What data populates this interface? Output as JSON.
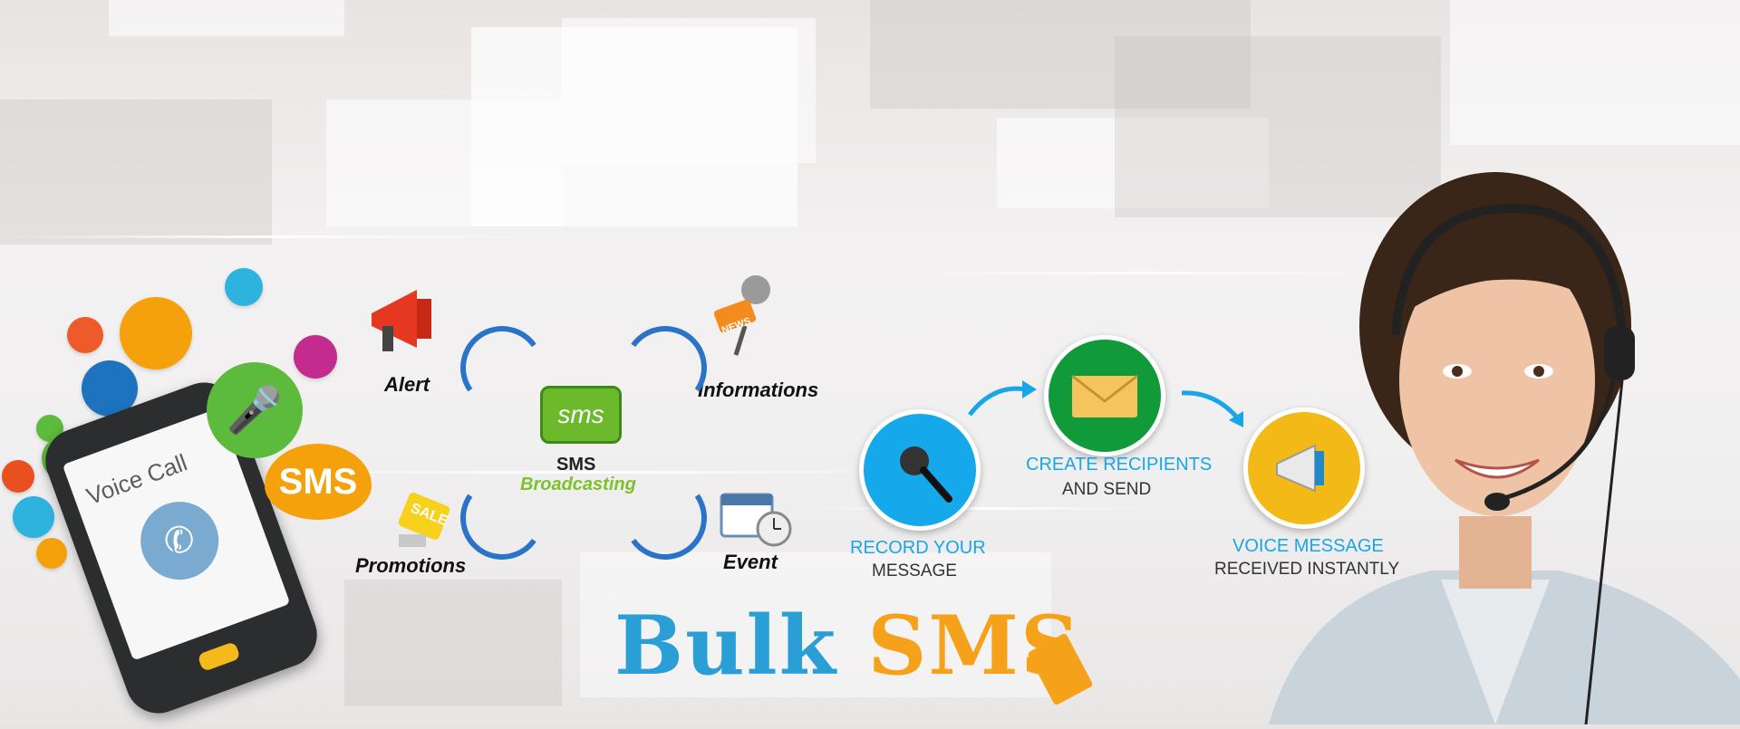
{
  "banner": {
    "phone": {
      "voice_call_label": "Voice Call",
      "sms_label": "SMS"
    },
    "broadcast": {
      "center_label": "SMS",
      "center_icon_text": "sms",
      "center_sub": "Broadcasting",
      "alert": "Alert",
      "informations": "Informations",
      "promotions": "Promotions",
      "event": "Event",
      "news_tag": "NEWS",
      "sale_tag": "SALE"
    },
    "steps": [
      {
        "title": "RECORD YOUR",
        "sub": "MESSAGE"
      },
      {
        "title": "CREATE RECIPIENTS",
        "sub": "AND SEND"
      },
      {
        "title": "VOICE MESSAGE",
        "sub": "RECEIVED INSTANTLY"
      }
    ],
    "title": {
      "part1": "Bulk",
      "part2": "SMS"
    }
  },
  "colors": {
    "accent_blue": "#18a6e8",
    "accent_orange": "#f5a11a",
    "accent_green": "#5cba3c"
  }
}
